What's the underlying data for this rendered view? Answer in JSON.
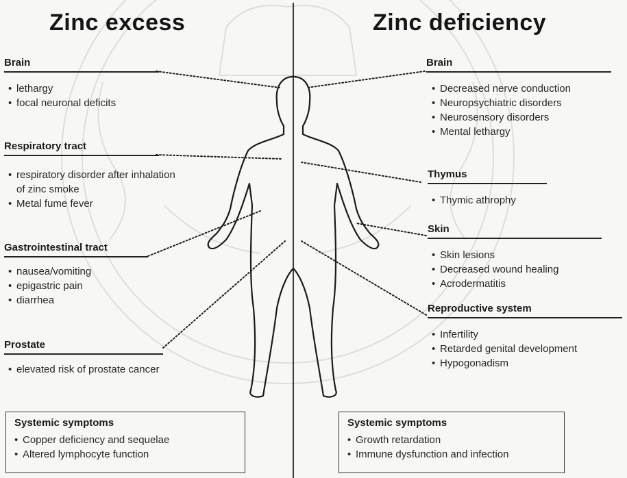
{
  "left_column": {
    "heading": "Zinc excess",
    "sections": [
      {
        "title": "Brain",
        "items": [
          "lethargy",
          "focal neuronal deficits"
        ]
      },
      {
        "title": "Respiratory tract",
        "items": [
          "respiratory disorder after inhalation of zinc smoke",
          "Metal fume fever"
        ]
      },
      {
        "title": "Gastrointestinal tract",
        "items": [
          "nausea/vomiting",
          "epigastric pain",
          "diarrhea"
        ]
      },
      {
        "title": "Prostate",
        "items": [
          "elevated risk of prostate cancer"
        ]
      }
    ],
    "systemic": {
      "title": "Systemic symptoms",
      "items": [
        "Copper deficiency and sequelae",
        "Altered lymphocyte function"
      ]
    }
  },
  "right_column": {
    "heading": "Zinc deficiency",
    "sections": [
      {
        "title": "Brain",
        "items": [
          "Decreased nerve conduction",
          "Neuropsychiatric disorders",
          "Neurosensory disorders",
          "Mental lethargy"
        ]
      },
      {
        "title": "Thymus",
        "items": [
          "Thymic athrophy"
        ]
      },
      {
        "title": "Skin",
        "items": [
          "Skin lesions",
          "Decreased wound healing",
          "Acrodermatitis"
        ]
      },
      {
        "title": "Reproductive system",
        "items": [
          "Infertility",
          "Retarded genital development",
          "Hypogonadism"
        ]
      }
    ],
    "systemic": {
      "title": "Systemic symptoms",
      "items": [
        "Growth retardation",
        "Immune dysfunction and infection"
      ]
    }
  }
}
